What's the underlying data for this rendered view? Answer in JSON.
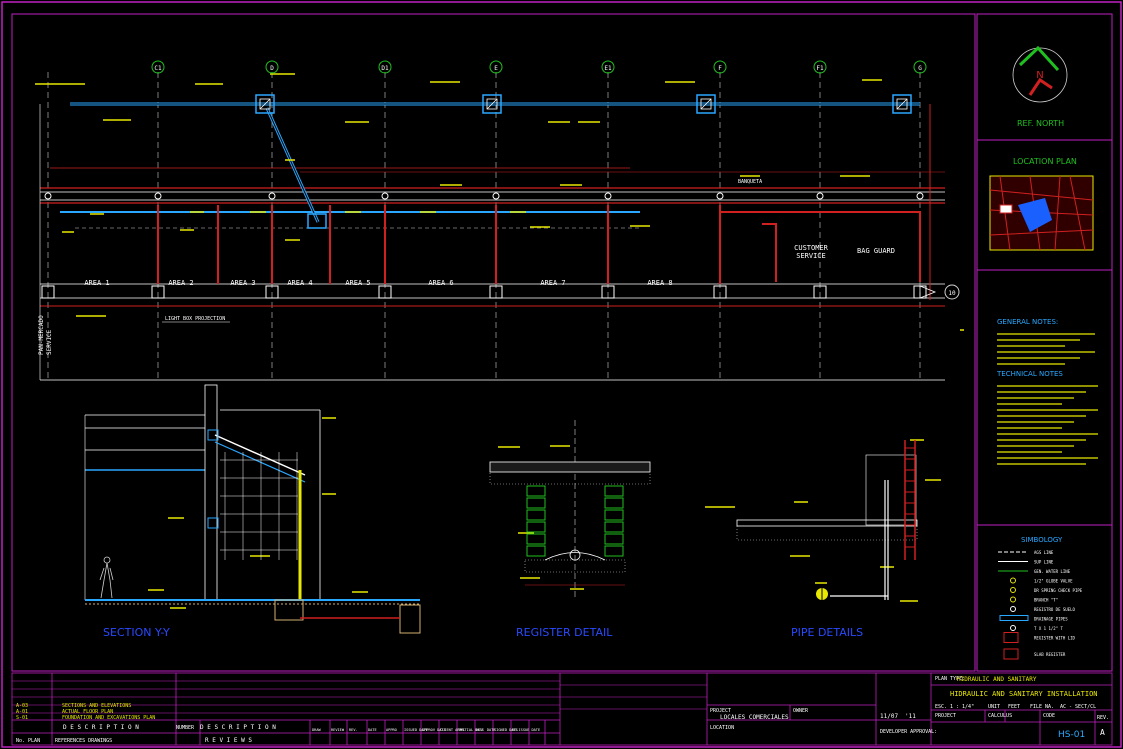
{
  "grid_bubbles": [
    "C1",
    "D",
    "D1",
    "E",
    "E1",
    "F",
    "F1",
    "G"
  ],
  "row_bubble": "10",
  "north": {
    "letter": "N",
    "label": "REF.    NORTH"
  },
  "location_plan": {
    "title": "LOCATION  PLAN"
  },
  "plan": {
    "areas": [
      "AREA 1",
      "AREA 2",
      "AREA 3",
      "AREA 4",
      "AREA 5",
      "AREA 6",
      "AREA 7",
      "AREA 8"
    ],
    "customer_service": [
      "CUSTOMER",
      "SERVICE"
    ],
    "bag_guard": "BAG GUARD",
    "banqueta": "BANQUETA",
    "light_box": "LIGHT BOX PROJECTION",
    "side_label": [
      "PAN-MERCADO",
      "SERVICE"
    ]
  },
  "titles": {
    "section": "SECTION  Y-Y",
    "register": "REGISTER  DETAIL",
    "pipe": "PIPE  DETAILS"
  },
  "notes": {
    "general_title": "GENERAL NOTES:",
    "technical_title": "TECHNICAL NOTES"
  },
  "symbology": {
    "title": "SIMBOLOGY",
    "items": [
      "AGS LINE",
      "SUP LINE",
      "GEN. WATER LINE",
      "1/2\" GLOBE VALVE",
      "DR SPRING CHECK PIPE",
      "BRANCH \"T\"",
      "REGISTRO DE SUELO",
      "DRAINAGE PIPES",
      "T X 1 1/2\" T",
      "REGISTER WITH LID",
      "SLAB REGISTER"
    ]
  },
  "title_block": {
    "refs": [
      [
        "A-03",
        "SECTIONS AND ELEVATIONS"
      ],
      [
        "A-01",
        "ACTUAL FLOOR PLAN"
      ],
      [
        "S-01",
        "FOUNDATION AND EXCAVATIONS PLAN"
      ]
    ],
    "ref_head": [
      "No. PLAN",
      "REFERENCES DRAWINGS"
    ],
    "desc_head": "D E S C R I P T I O N",
    "reviews": "R E V I E W S",
    "number": "NUMBER",
    "cols": [
      "DRAW",
      "REVIEW",
      "REV.",
      "DATE",
      "APPRO",
      "ISSUED DATE",
      "APPROV DATE",
      "CLIENT APPR.",
      "INITIAL DATE",
      "REV. DATE",
      "SIGNED DATE",
      "RE-ISSUE DATE"
    ],
    "project_label": "PROJECT",
    "project": "LOCALES COMERCIALES",
    "owner_label": "OWNER",
    "location_label": "LOCATION",
    "date": "11/07",
    "date2": "'11",
    "approval": "DEVELOPER APPROVAL:",
    "plan_type_label": "PLAN TYPE:",
    "plan_type": "HIDRAULIC AND SANITARY",
    "plan_name": "HIDRAULIC AND SANITARY INSTALLATION",
    "scale_label": "ESC.",
    "scale": "1 : 1/4\"",
    "units_label": "UNIT",
    "units": "FEET",
    "file_label": "FILE NA.",
    "file": "AC - SECT/CL",
    "rev_label": "REV.",
    "rev": "A",
    "code": "HS-01",
    "draw_label": "PROJECT",
    "calc_label": "CALCULUS",
    "code_label": "CODE"
  }
}
